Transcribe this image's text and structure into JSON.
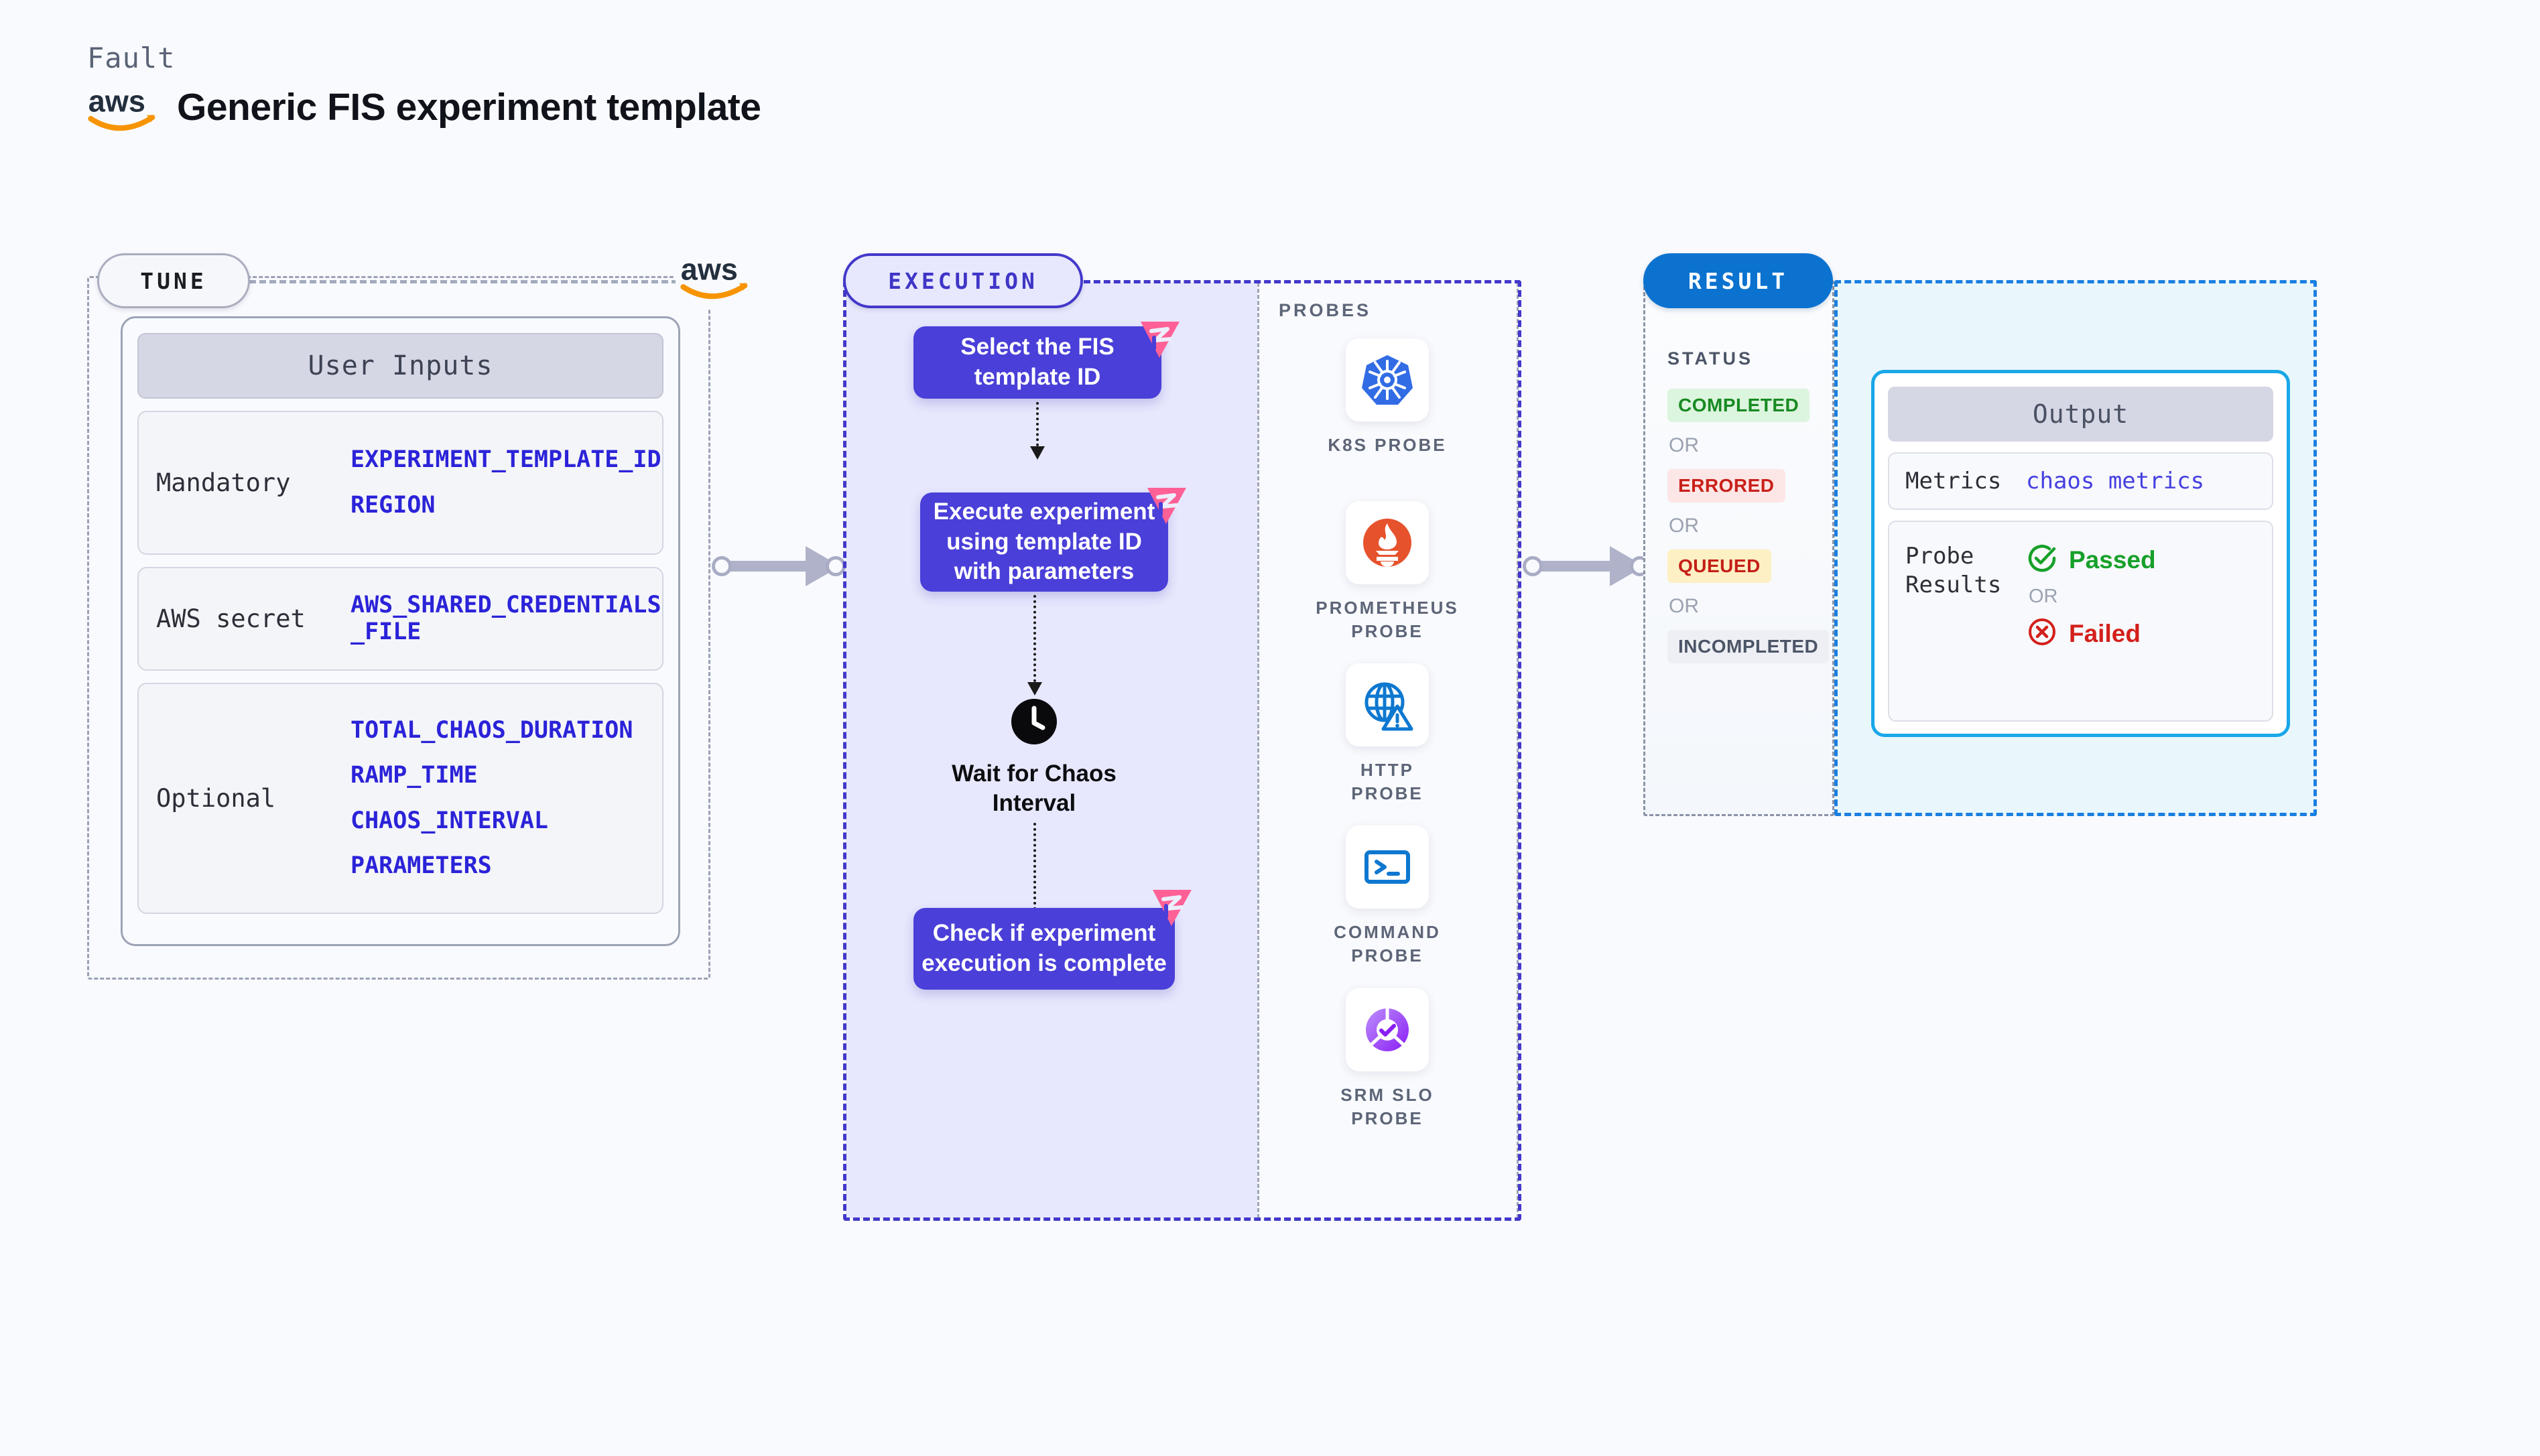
{
  "header": {
    "eyebrow": "Fault",
    "title": "Generic FIS experiment template",
    "logo_icon": "aws-logo"
  },
  "tune": {
    "badge": "TUNE",
    "aws_mark_icon": "aws-logo",
    "card_title": "User Inputs",
    "groups": [
      {
        "label": "Mandatory",
        "values": [
          "EXPERIMENT_TEMPLATE_ID",
          "REGION"
        ]
      },
      {
        "label": "AWS secret",
        "values": [
          "AWS_SHARED_CREDENTIALS\n_FILE"
        ]
      },
      {
        "label": "Optional",
        "values": [
          "TOTAL_CHAOS_DURATION",
          "RAMP_TIME",
          "CHAOS_INTERVAL",
          "PARAMETERS"
        ]
      }
    ]
  },
  "execution": {
    "badge": "EXECUTION",
    "steps": [
      {
        "label": "Select the FIS\ntemplate ID",
        "badge_icon": "litmus-chaos-icon"
      },
      {
        "label": "Execute experiment\nusing template ID\nwith parameters",
        "badge_icon": "litmus-chaos-icon"
      },
      {
        "label": "Check if experiment\nexecution is complete",
        "badge_icon": "litmus-chaos-icon"
      }
    ],
    "wait": {
      "icon": "clock-icon",
      "label": "Wait for Chaos\nInterval"
    }
  },
  "probes": {
    "title": "PROBES",
    "items": [
      {
        "label": "K8S PROBE",
        "icon": "kubernetes-icon"
      },
      {
        "label": "PROMETHEUS\nPROBE",
        "icon": "prometheus-icon"
      },
      {
        "label": "HTTP PROBE",
        "icon": "globe-warning-icon"
      },
      {
        "label": "COMMAND\nPROBE",
        "icon": "terminal-icon"
      },
      {
        "label": "SRM SLO\nPROBE",
        "icon": "srm-slo-icon"
      }
    ]
  },
  "result": {
    "badge": "RESULT",
    "status_title": "STATUS",
    "or_text": "OR",
    "statuses": [
      {
        "label": "COMPLETED",
        "bg": "#DCF5DE",
        "color": "#188A22"
      },
      {
        "label": "ERRORED",
        "bg": "#FDE6E6",
        "color": "#C9201A"
      },
      {
        "label": "QUEUED",
        "bg": "#FDF0C4",
        "color": "#C42018"
      },
      {
        "label": "INCOMPLETED",
        "bg": "#EDEFF4",
        "color": "#4C5567"
      }
    ],
    "output": {
      "title": "Output",
      "metrics_label": "Metrics",
      "metrics_value": "chaos metrics",
      "probe_results_label": "Probe\nResults",
      "passed_label": "Passed",
      "failed_label": "Failed",
      "or_text": "OR",
      "passed_icon": "check-circle-icon",
      "failed_icon": "x-circle-icon"
    }
  },
  "colors": {
    "background": "#F9FAFE",
    "execution_accent": "#4338CA",
    "execution_fill": "#E7E8FD",
    "node_purple": "#4A3FD8",
    "result_blue": "#0B72D0",
    "output_border": "#19A7E8",
    "aws_orange": "#F79400",
    "litmus_pink": "#FF6196",
    "mono_value_blue": "#2B23D8"
  }
}
